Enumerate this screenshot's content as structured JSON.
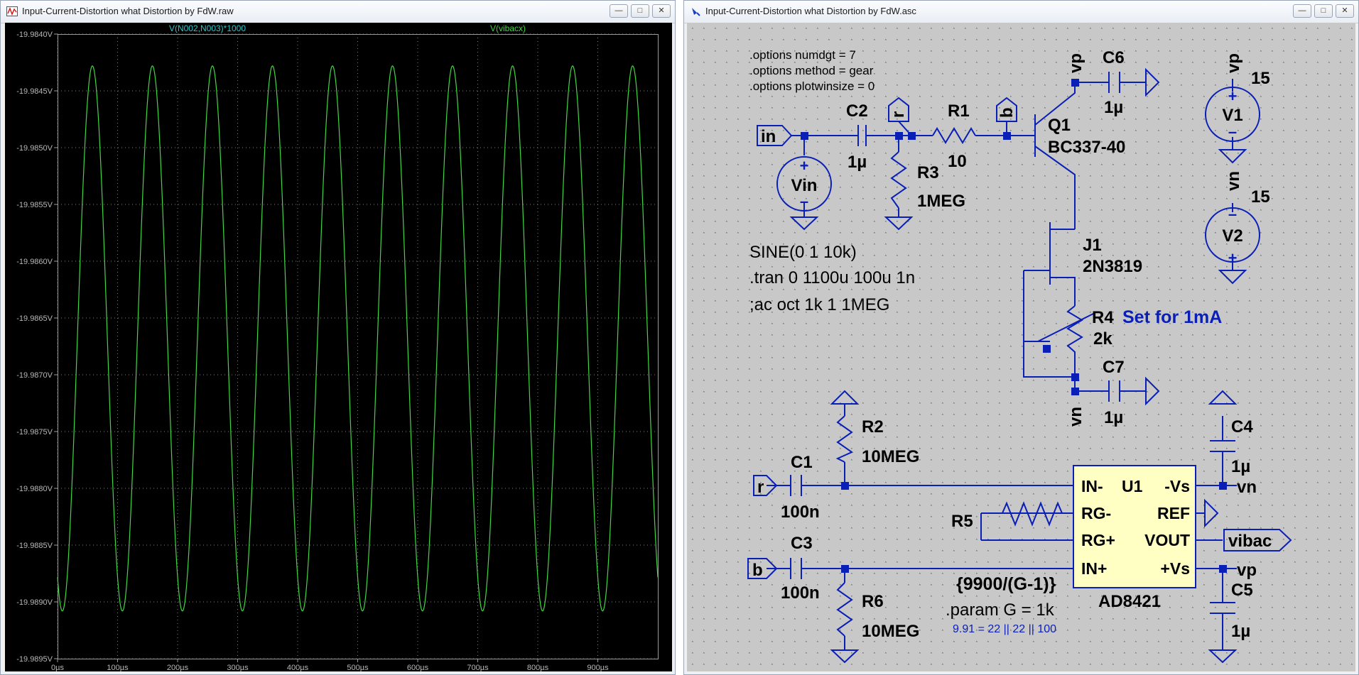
{
  "plot_window": {
    "title": "Input-Current-Distortion what Distortion by FdW.raw",
    "buttons": [
      "minimize",
      "maximize",
      "close"
    ]
  },
  "schematic_window": {
    "title": "Input-Current-Distortion what Distortion by FdW.asc",
    "buttons": [
      "minimize",
      "maximize",
      "close"
    ]
  },
  "chart_data": {
    "type": "line",
    "traces": [
      {
        "label": "V(N002,N003)*1000",
        "color": "#28c8c8"
      },
      {
        "label": "V(vibacx)",
        "color": "#42d642"
      }
    ],
    "series": [
      {
        "name": "V(vibacx)",
        "color": "#42d642",
        "waveform": "sine",
        "frequency_hz": 10000,
        "max": -19.98428,
        "min": -19.98908,
        "first_peak_s": 5.8e-05
      }
    ],
    "xlim": [
      0,
      0.001
    ],
    "ylim": [
      -19.9895,
      -19.984
    ],
    "x_tick_labels": [
      "0µs",
      "100µs",
      "200µs",
      "300µs",
      "400µs",
      "500µs",
      "600µs",
      "700µs",
      "800µs",
      "900µs"
    ],
    "y_tick_labels": [
      "-19.9840V",
      "-19.9845V",
      "-19.9850V",
      "-19.9855V",
      "-19.9860V",
      "-19.9865V",
      "-19.9870V",
      "-19.9875V",
      "-19.9880V",
      "-19.9885V",
      "-19.9890V",
      "-19.9895V"
    ],
    "background": "#000000",
    "grid_color": "#808080"
  },
  "schematic": {
    "wire_color": "#0a1fb5",
    "text_color": "#000000",
    "directives": [
      ".options numdgt = 7",
      ".options method = gear",
      ".options plotwinsize = 0",
      "SINE(0 1 10k)",
      ".tran 0 1100u 100u 1n",
      ";ac oct 1k 1 1MEG"
    ],
    "comment_set": "Set for 1mA",
    "param_expr": "{9900/(G-1)}",
    "param_g": ".param G = 1k",
    "note": "9.91 = 22 || 22 || 100",
    "components": {
      "q1": "Q1",
      "q1_val": "BC337-40",
      "j1": "J1",
      "j1_val": "2N3819",
      "c2": "C2",
      "c2_val": "1µ",
      "r1": "R1",
      "r1_val": "10",
      "r3": "R3",
      "r3_val": "1MEG",
      "c6": "C6",
      "c6_val": "1µ",
      "v1": "V1",
      "v1_val": "15",
      "v2": "V2",
      "v2_val": "15",
      "vin": "Vin",
      "r4": "R4",
      "r4_val": "2k",
      "c7": "C7",
      "c7_val": "1µ",
      "r2": "R2",
      "r2_val": "10MEG",
      "c1": "C1",
      "c1_val": "100n",
      "c3": "C3",
      "c3_val": "100n",
      "r6": "R6",
      "r6_val": "10MEG",
      "r5": "R5",
      "c4": "C4",
      "c4_val": "1µ",
      "c5": "C5",
      "c5_val": "1µ",
      "u1": "U1",
      "u1_val": "AD8421"
    },
    "u1_pins": {
      "in_minus": "IN-",
      "rg_minus": "RG-",
      "rg_plus": "RG+",
      "in_plus": "IN+",
      "vs_minus": "-Vs",
      "ref": "REF",
      "vout": "VOUT",
      "vs_plus": "+Vs"
    },
    "net_labels": {
      "in": "in",
      "r": "r",
      "b": "b",
      "vp": "vp",
      "vn": "vn",
      "vibac": "vibac"
    }
  }
}
